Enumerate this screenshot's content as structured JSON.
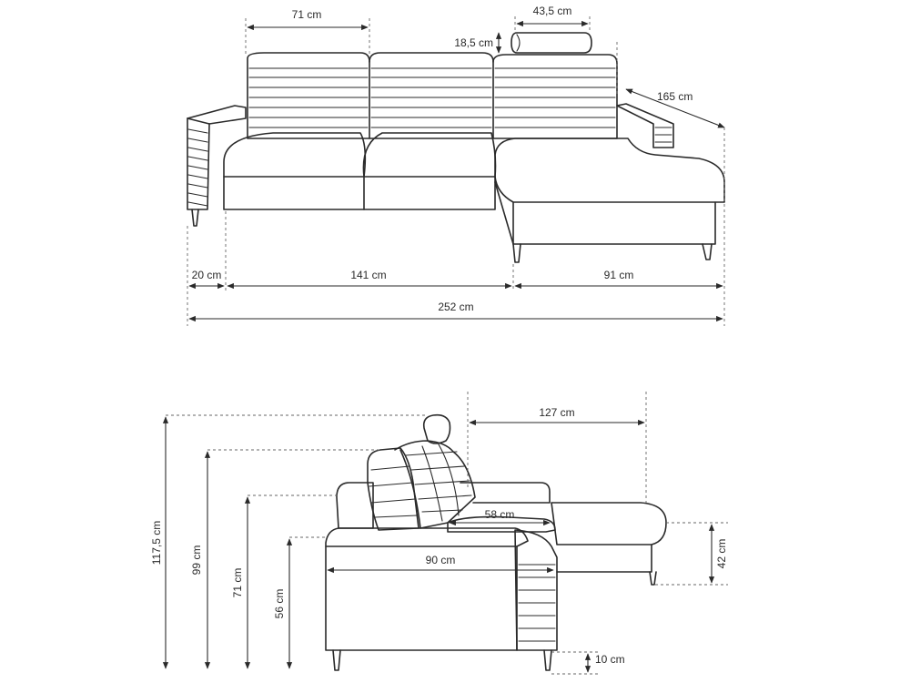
{
  "front_view": {
    "seat_width": "71 cm",
    "headrest_width": "43,5 cm",
    "headrest_height": "18,5 cm",
    "chaise_length": "165 cm",
    "armrest_width": "20 cm",
    "main_width": "141 cm",
    "chaise_width": "91 cm",
    "total_width": "252 cm"
  },
  "side_view": {
    "chaise_depth": "127 cm",
    "total_height": "117,5 cm",
    "back_height": "99 cm",
    "arm_height": "71 cm",
    "seat_height": "56 cm",
    "seat_depth": "58 cm",
    "total_depth": "90 cm",
    "chaise_height": "42 cm",
    "leg_height": "10 cm"
  }
}
